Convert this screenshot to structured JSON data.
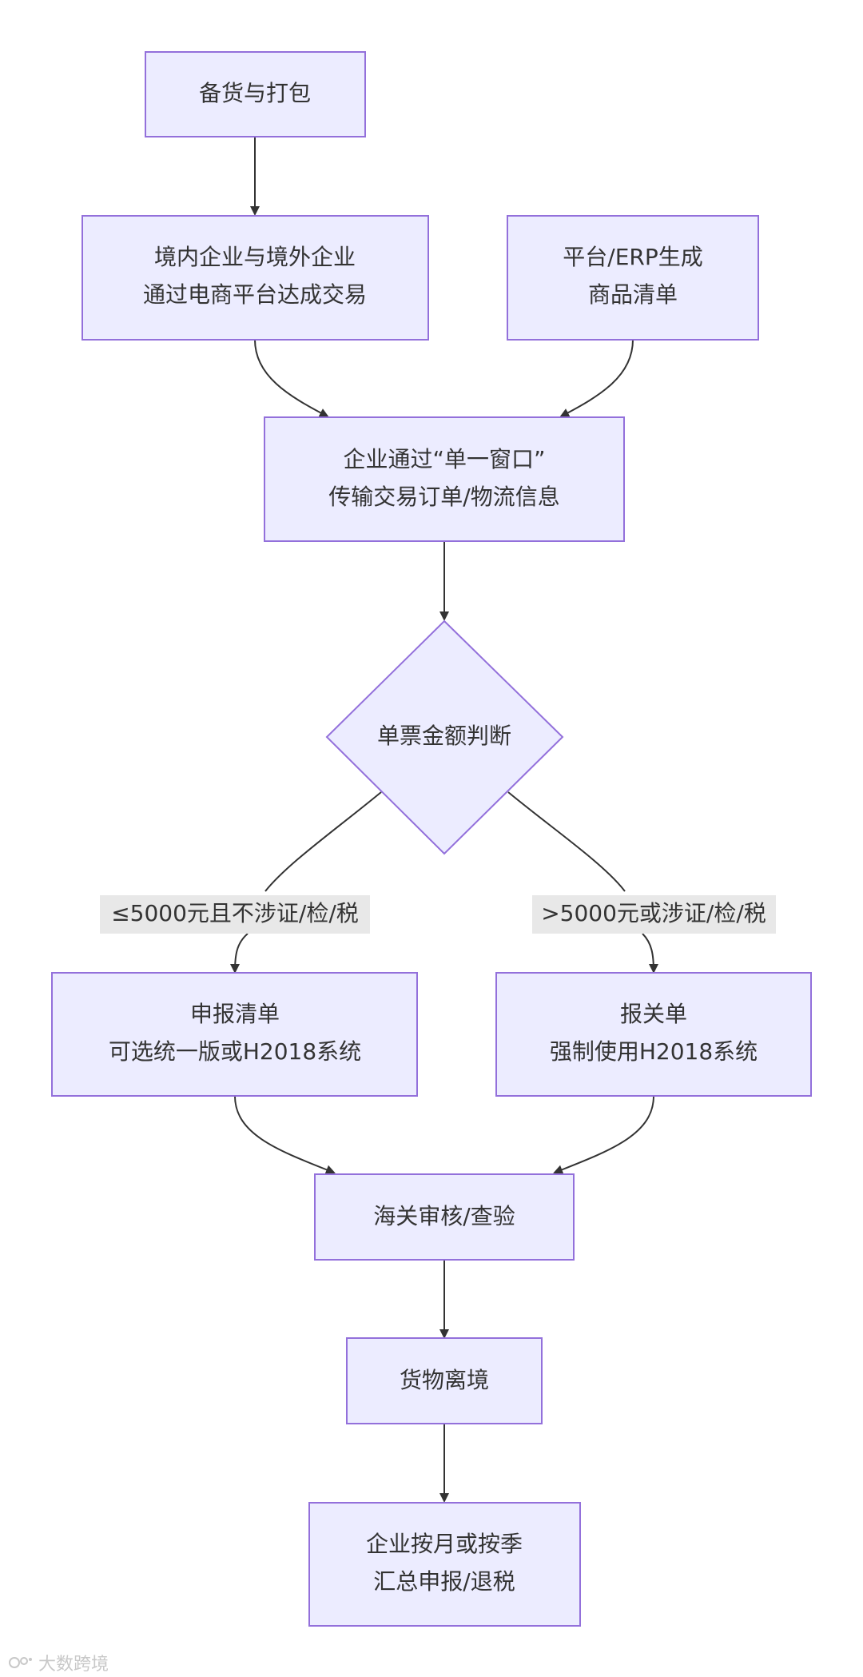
{
  "nodes": {
    "prepare": {
      "lines": [
        "备货与打包"
      ]
    },
    "trade": {
      "lines": [
        "境内企业与境外企业",
        "通过电商平台达成交易"
      ]
    },
    "platform": {
      "lines": [
        "平台/ERP生成",
        "商品清单"
      ]
    },
    "window": {
      "lines": [
        "企业通过“单一窗口”",
        "传输交易订单/物流信息"
      ]
    },
    "decision": {
      "lines": [
        "单票金额判断"
      ]
    },
    "list": {
      "lines": [
        "申报清单",
        "可选统一版或H2018系统"
      ]
    },
    "customs": {
      "lines": [
        "报关单",
        "强制使用H2018系统"
      ]
    },
    "review": {
      "lines": [
        "海关审核/查验"
      ]
    },
    "depart": {
      "lines": [
        "货物离境"
      ]
    },
    "refund": {
      "lines": [
        "企业按月或按季",
        "汇总申报/退税"
      ]
    }
  },
  "edge_labels": {
    "left": "≤5000元且不涉证/检/税",
    "right": ">5000元或涉证/检/税"
  },
  "colors": {
    "node_fill": "#ececff",
    "node_stroke": "#9370db",
    "edge": "#333333",
    "label_bg": "#e8e8e8"
  },
  "watermark": {
    "text": "大数跨境"
  }
}
